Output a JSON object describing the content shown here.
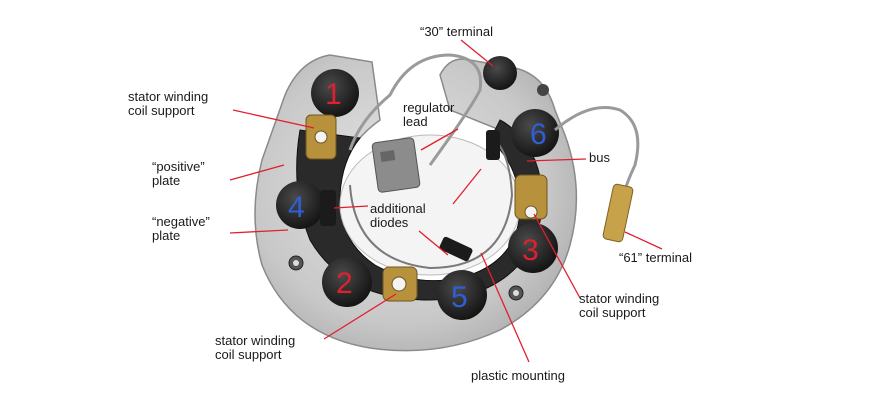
{
  "labels": {
    "terminal_30": "“30” terminal",
    "stator_support_top": "stator winding\ncoil support",
    "regulator_lead": "regulator\nlead",
    "positive_plate": "“positive”\nplate",
    "bus": "bus",
    "negative_plate": "“negative”\nplate",
    "additional_diodes": "additional\ndiodes",
    "terminal_61": "“61” terminal",
    "stator_support_right": "stator winding\ncoil support",
    "stator_support_bottom": "stator winding\ncoil support",
    "plastic_mounting": "plastic mounting"
  },
  "diode_numbers": [
    "1",
    "2",
    "3",
    "4",
    "5",
    "6"
  ],
  "colors": {
    "leader_line": "#e0202e",
    "number_red": "#e0202e",
    "number_blue": "#2f5fd6",
    "plate": "#c9c9c9",
    "diode": "#1e1e1e",
    "brass": "#b8913d",
    "wire": "#9a9a9a"
  }
}
